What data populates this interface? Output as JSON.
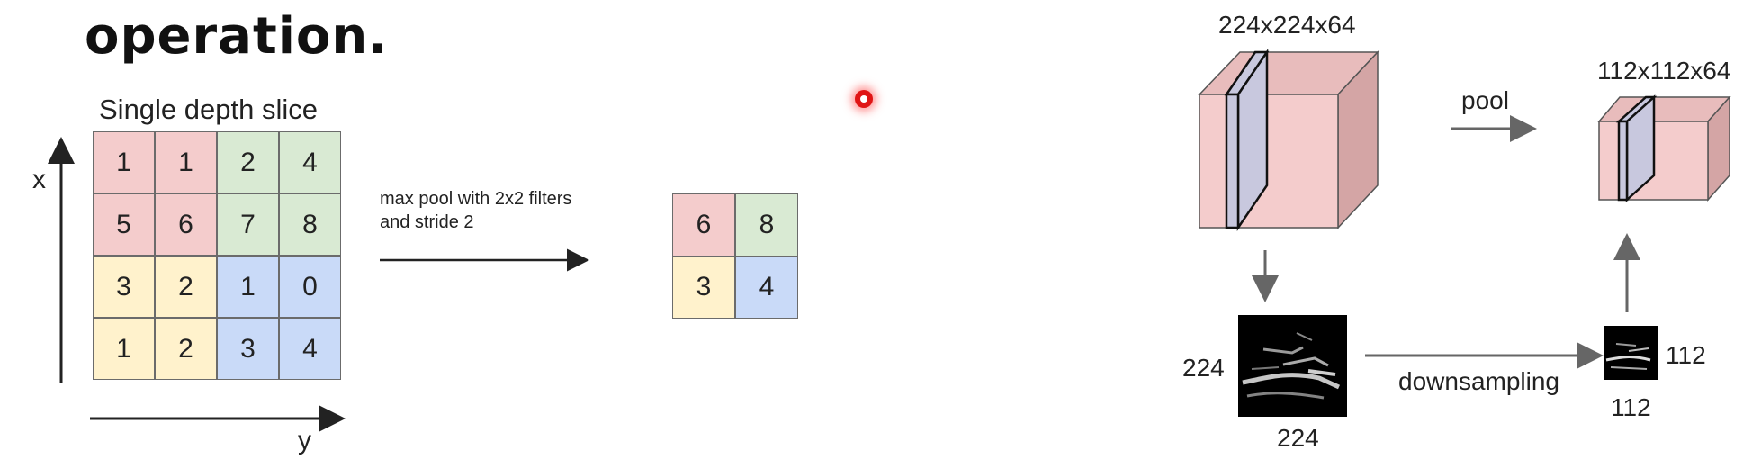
{
  "heading": "operation.",
  "left_panel": {
    "slice_title": "Single depth slice",
    "x_axis_label": "x",
    "y_axis_label": "y",
    "input_grid": [
      [
        "1",
        "1",
        "2",
        "4"
      ],
      [
        "5",
        "6",
        "7",
        "8"
      ],
      [
        "3",
        "2",
        "1",
        "0"
      ],
      [
        "1",
        "2",
        "3",
        "4"
      ]
    ],
    "pool_caption_line1": "max pool with 2x2 filters",
    "pool_caption_line2": "and stride 2",
    "output_grid": [
      [
        "6",
        "8"
      ],
      [
        "3",
        "4"
      ]
    ],
    "quadrant_colors": {
      "top_left": "#f4cccc",
      "top_right": "#d9ead3",
      "bottom_left": "#fff2cc",
      "bottom_right": "#c9daf8"
    }
  },
  "right_panel": {
    "input_volume_label": "224x224x64",
    "pool_label": "pool",
    "output_volume_label": "112x112x64",
    "input_map_height": "224",
    "input_map_width": "224",
    "downsampling_label": "downsampling",
    "output_map_height": "112",
    "output_map_width": "112",
    "volume_color": "#f4cccc"
  },
  "cursor": {
    "icon": "laser-pointer-icon",
    "color": "#e01515"
  }
}
